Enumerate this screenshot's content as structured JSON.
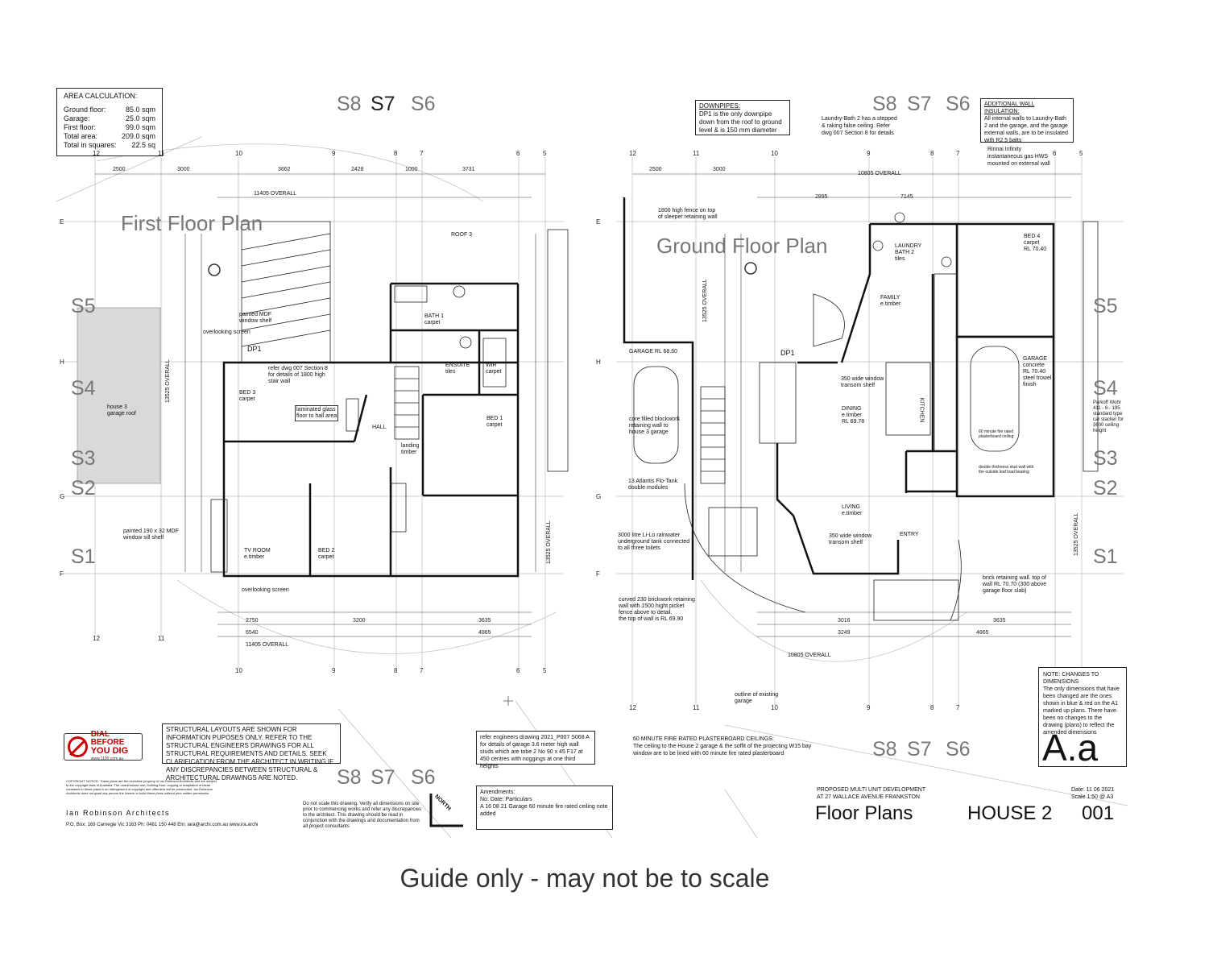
{
  "area_calc": {
    "title": "AREA CALCULATION:",
    "rows": [
      {
        "label": "Ground floor:",
        "value": "85.0 sqm"
      },
      {
        "label": "Garage:",
        "value": "25.0 sqm"
      },
      {
        "label": "First floor:",
        "value": "99.0 sqm"
      },
      {
        "label": "Total area:",
        "value": "209.0 sqm"
      },
      {
        "label": "Total in squares:",
        "value": "22.5 sq"
      }
    ]
  },
  "titles": {
    "first_floor": "First Floor Plan",
    "ground_floor": "Ground Floor Plan"
  },
  "sections": {
    "s8": "S8",
    "s7": "S7",
    "s6": "S6",
    "s5": "S5",
    "s4": "S4",
    "s3": "S3",
    "s2": "S2",
    "s1": "S1"
  },
  "notes": {
    "downpipes_title": "DOWNPIPES:",
    "downpipes_body": "DP1 is the only downpipe down from the roof to ground level & is 150 mm diameter",
    "laundry": "Laundry-Bath 2 has a stepped & raking false ceiling. Refer dwg 007 Section 8 for details",
    "insulation_title": "ADDITIONAL WALL INSULATION:",
    "insulation_body": "All internal walls to Laundry-Bath 2 and the garage, and the garage external walls, are to be insulated with R2.5 batts",
    "rinnai": "Rinnai Infinity instantaneous gas HWS mounted on external wall",
    "structural": "STRUCTURAL LAYOUTS ARE SHOWN FOR INFORMATION PUPOSES ONLY. REFER TO THE STRUCTURAL ENGINEERS DRAWINGS FOR ALL STRUCTURAL REQUIREMENTS AND DETAILS. SEEK CLARIFICATION FROM THE ARCHITECT IN WRITING IF ANY DISCREPANCIES BETWEEN STRUCTURAL & ARCHITECTURAL DRAWINGS ARE NOTED.",
    "engineers": "refer engineers drawing 2021_P007 S068 A for details of garage 3.6 meter high wall studs which are tobe 2 No 90 x 45 F17 at 450 centres with noggings at one third heights",
    "ceilings_title": "60 MINUTE FIRE RATED PLASTERBOARD CEILINGS:",
    "ceilings_body": "The ceiling to the House 2 garage & the soffit of the projecting W15 bay window are to be lined with 60 minute fire rated plasterboard",
    "changes_title": "NOTE: CHANGES TO DIMENSIONS",
    "changes_body": "The only dimensions that have been changed are the ones shown in blue & red on the A1 marked up plans. There have been no changes to the drawing (plans) to reflect the amended dimensions",
    "scale": "Do not scale this drawing. Verify all dimensions on site prior to commencing works and refer any discrepancies to the architect. This drawing should be read in conjunction with the drawings and documentation from all project consultants",
    "copyright": "COPYRIGHT NOTICE: These plans are the exclusive property of Ian Robinson Architects and are subject to the copyright laws of Australia. The unauthorised use, building from, copying or adaptation of ideas contained in these plans is an infringement of copyright and offenders will be prosecuted. Ian Robinson Architects does not grant any person the licence to build these plans without prior written permission.",
    "amendments_title": "Amendments:",
    "amendments_head": "No: Date: Particulars",
    "amendments_row": "A 16 08 21 Garage 60 minute fire rated ceiling note added"
  },
  "title_block": {
    "project": "PROPOSED MULTI UNIT DEVELOPMENT AT 27 WALLACE AVENUE FRANKSTON",
    "date": "Date: 11 06 2021",
    "scale": "Scale 1:50 @ A3",
    "drawing": "Floor Plans",
    "house": "HOUSE 2",
    "number": "001",
    "revision": "A.a",
    "architect": "Ian Robinson Architects",
    "contact": "P.O. Box: 169 Carnegie Vic 3163   Ph: 0481 150 448   Em: iara@archi.com.au   www.ira.archi",
    "dial1": "DIAL BEFORE",
    "dial2": "YOU DIG",
    "dial_url": "www.1100.com.au",
    "north": "NORTH"
  },
  "footer": "Guide only - may not be to scale",
  "first_floor_labels": {
    "overall_top": "11405 OVERALL",
    "overall_bottom": "11405 OVERALL",
    "overall_side": "13525 OVERALL",
    "overall_right": "13525 OVERALL",
    "roof3": "ROOF 3",
    "bed3": "BED 3\ncarpet",
    "bed1": "BED 1\ncarpet",
    "bed2": "BED 2\ncarpet",
    "tv_room": "TV ROOM\ne.timber",
    "bath1": "BATH 1\ncarpet",
    "ensuite": "ENSUITE\ntiles",
    "wir": "WIR\ncarpet",
    "hall": "HALL",
    "landing": "landing\ntimber",
    "dp1": "DP1",
    "house3": "house 3\ngarage roof",
    "painted_mdf": "painted MDF\nwindow shelf",
    "overlooking": "overlooking screen",
    "glass": "laminated glass\nfloor to hall area",
    "refer_dwg": "refer dwg 007 Section 8\nfor details of 1800 high\nstair wall",
    "shelf": "painted 190 x 32 MDF\nwindow sill shelf"
  },
  "ground_floor_labels": {
    "overall_top": "10805 OVERALL",
    "overall_bottom": "10805 OVERALL",
    "overall_side": "13525 OVERALL",
    "garage_left": "GARAGE   RL 68.60",
    "garage_right": "GARAGE\nconcrete\nRL 70.40\nsteel trowel\nfinish",
    "bed4": "BED 4\ncarpet\nRL 70.40",
    "laundry": "LAUNDRY\nBATH 2\ntiles",
    "family": "FAMILY\ne.timber",
    "dining": "DINING\ne.timber\nRL 69.78",
    "living": "LIVING\ne.timber",
    "kitchen": "KITCHEN",
    "entry": "ENTRY",
    "fence": "1800 high fence on top\nof sleeper retaining wall",
    "blockwork": "core filled blockwork\nretaining wall to\nhouse 3 garage",
    "tank": "13 Atlantis Flo-Tank\ndouble modules",
    "rainwater": "3000 litre Li-Lo rainwater\nunderground tank connected\nto all three toilets",
    "brickwork": "curved 230 brickwork retaining\nwall with 1500 hight picket\nfence above to detail.\nthe top of wall is RL 69.90",
    "brick_right": "brick retaining wall. top of\nwall RL 70.70 (300 above\ngarage floor slab)",
    "window350a": "350 wide window\ntransom shelf",
    "window350b": "350 wide window\ntransom shelf",
    "outline": "outline of existing\ngarage",
    "parkoff": "Parkoff Wohr\n411 - 6 - 195\nstandard type\ncar stacker for\n3600 ceiling\nheight",
    "fire_rated": "60 minute fire rated\nplasterboard ceiling",
    "double_stud": "double thickness stud wall with\nthe outside leaf load bearing"
  }
}
